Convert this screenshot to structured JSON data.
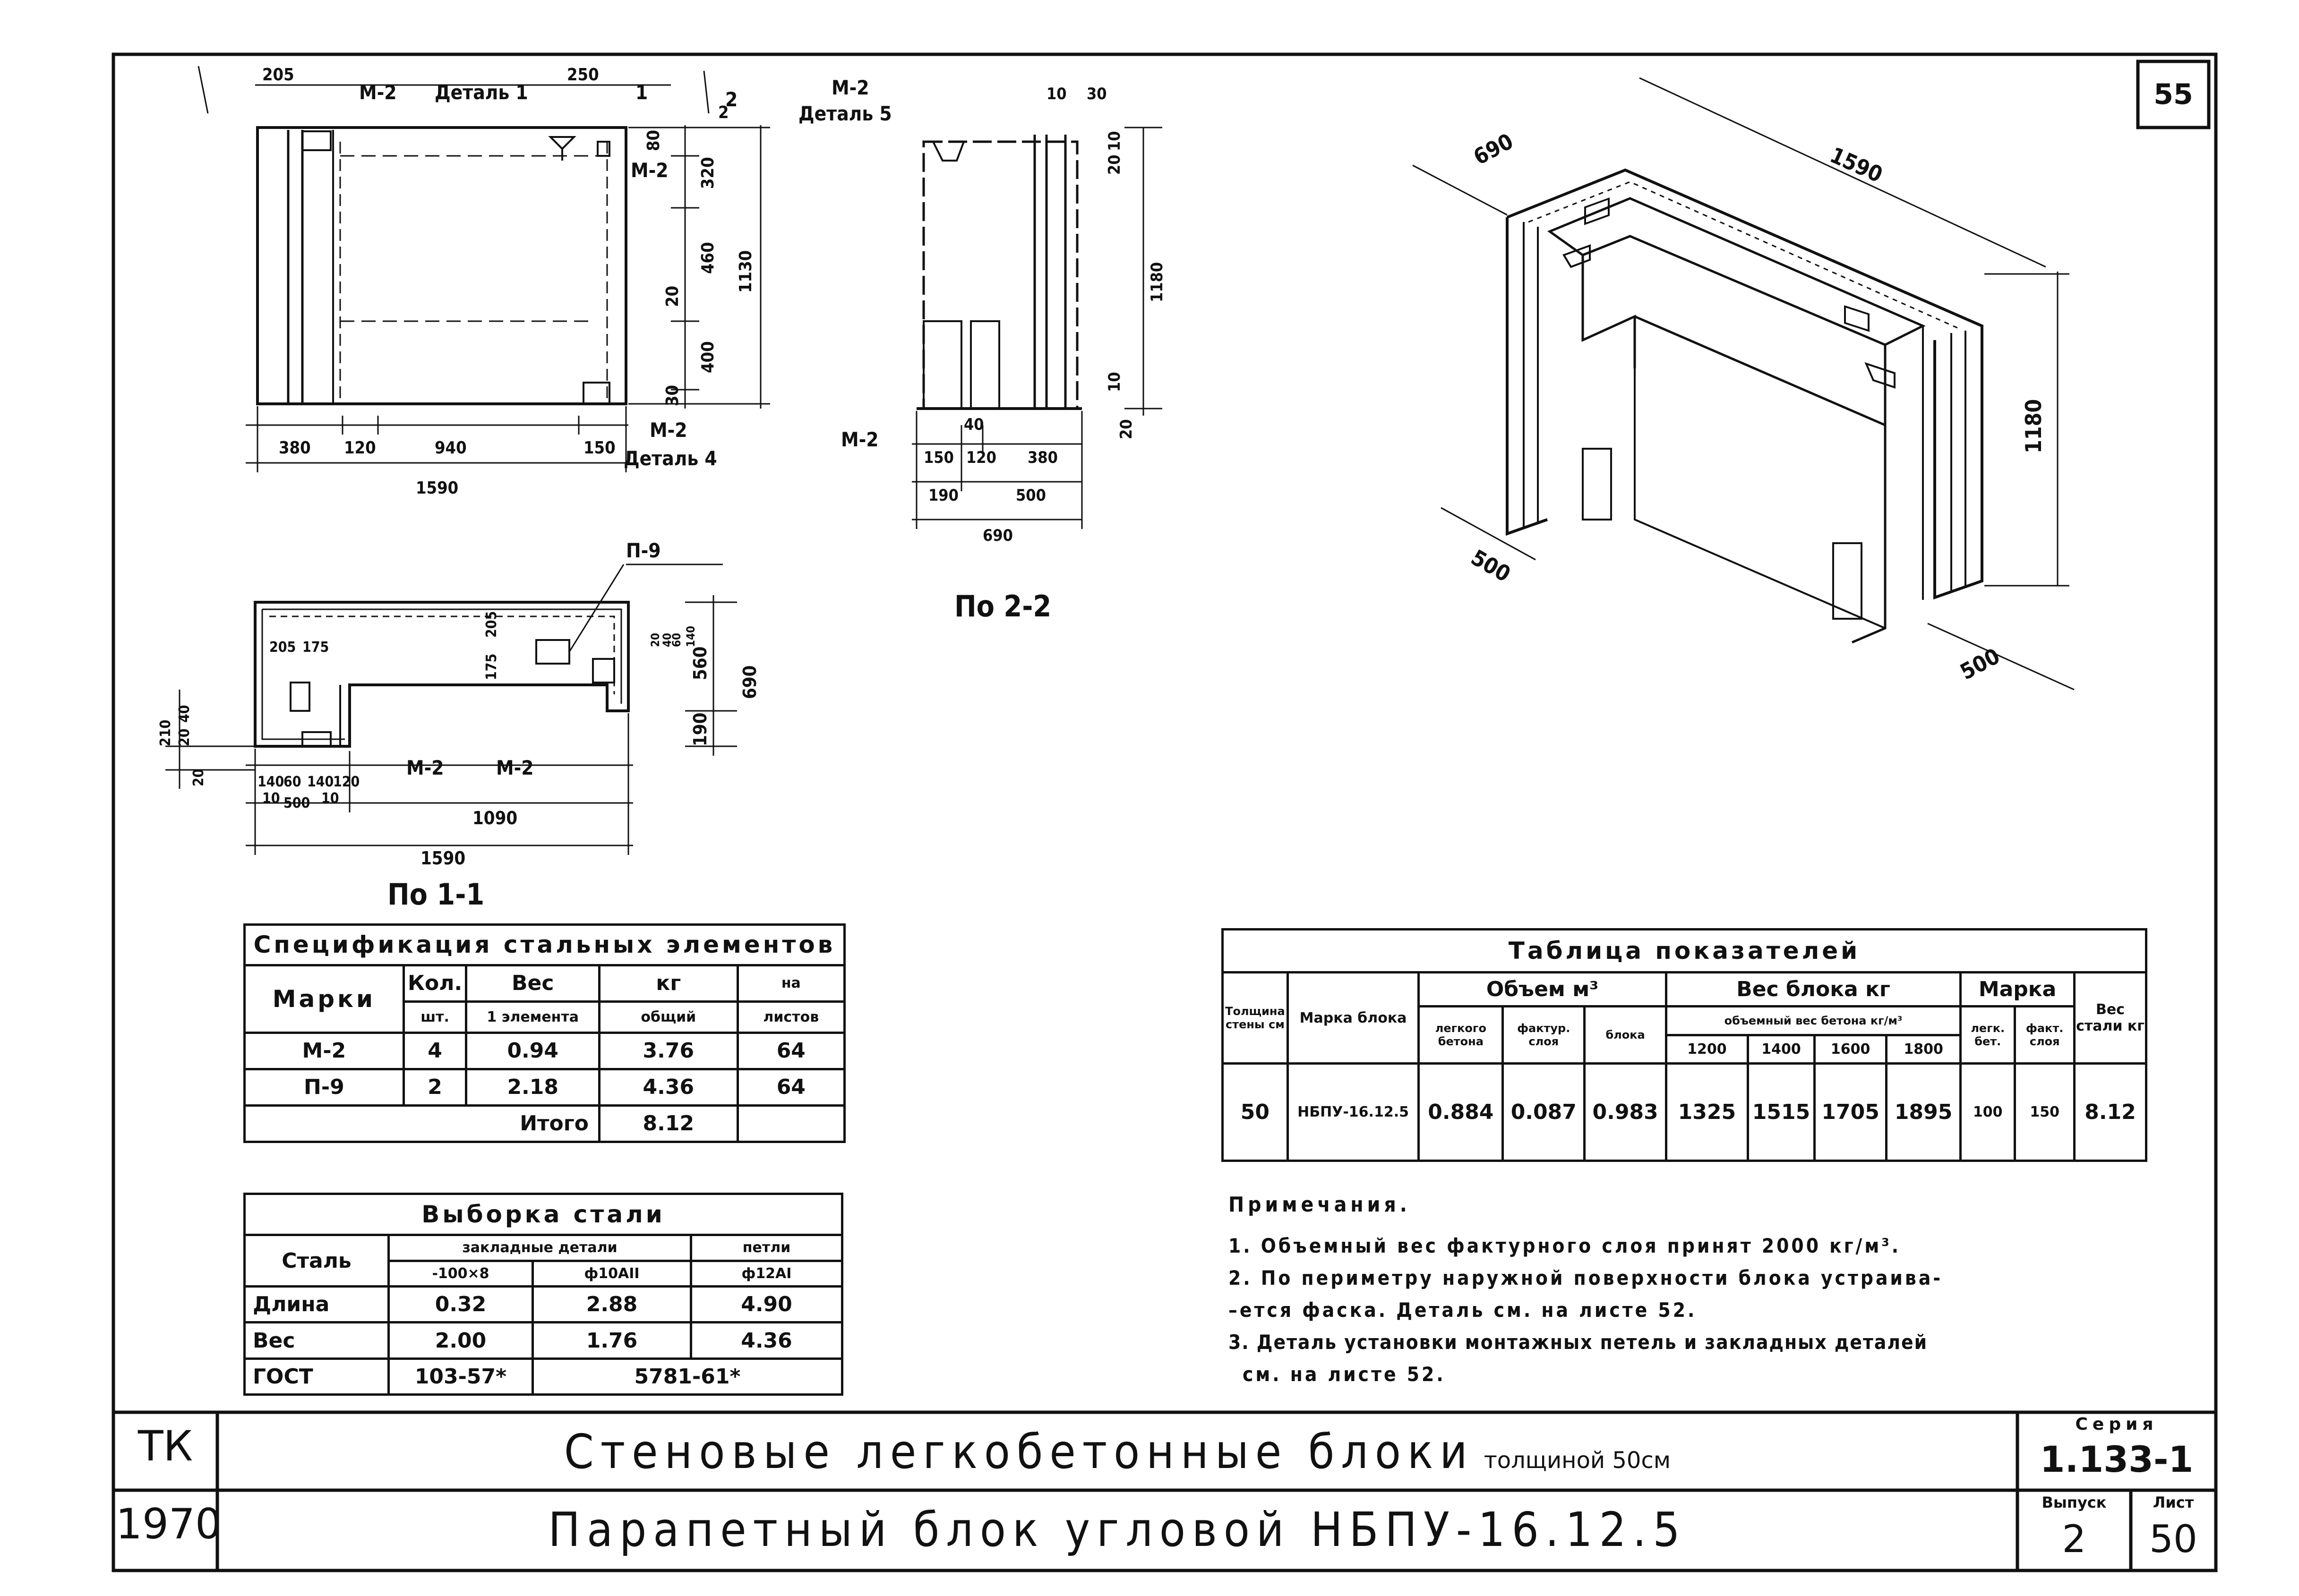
{
  "sheet": {
    "page_number": "55",
    "org": "ТК",
    "year": "1970",
    "title_main": "Стеновые легкобетонные блоки",
    "title_suffix": "толщиной 50см",
    "subtitle": "Парапетный блок угловой НБПУ-16.12.5",
    "series_label": "Серия",
    "series_value": "1.133-1",
    "issue_label": "Выпуск",
    "issue_value": "2",
    "sheet_label": "Лист",
    "sheet_value": "50"
  },
  "drawings": {
    "front_labels": {
      "m2_top": "М-2",
      "detail1": "Деталь 1",
      "m2_right": "М-2",
      "m2_bottom": "М-2",
      "detail4": "Деталь 4",
      "arrow_1": "1",
      "arrow_2": "2",
      "dims": [
        "205",
        "250",
        "2",
        "80",
        "320",
        "460",
        "400",
        "20",
        "30",
        "1130",
        "380",
        "120",
        "940",
        "150",
        "1590"
      ]
    },
    "section22": {
      "m2_top": "М-2",
      "detail5": "Деталь 5",
      "m2_left": "М-2",
      "caption": "По 2-2",
      "dims": [
        "10",
        "30",
        "10",
        "20",
        "1180",
        "10",
        "20",
        "40",
        "150",
        "120",
        "380",
        "190",
        "500",
        "690"
      ]
    },
    "section11": {
      "p9": "П-9",
      "m2_a": "М-2",
      "m2_b": "М-2",
      "caption": "По 1-1",
      "dims": [
        "205",
        "175",
        "175",
        "205",
        "210",
        "20",
        "40",
        "20",
        "140",
        "60",
        "140",
        "120",
        "10",
        "500",
        "10",
        "1090",
        "1590",
        "560",
        "690",
        "190",
        "20",
        "40",
        "60",
        "140"
      ]
    },
    "iso": {
      "dims": [
        "690",
        "1590",
        "1180",
        "500",
        "500"
      ]
    }
  },
  "spec_table": {
    "title": "Спецификация стальных элементов",
    "headers": {
      "mark": "Марки",
      "qty": "Кол.",
      "qty_unit": "шт.",
      "weight": "Вес",
      "weight_unit": "кг",
      "one": "1 элемента",
      "total": "общий",
      "sheets_top": "на",
      "sheets": "листов"
    },
    "rows": [
      {
        "mark": "М-2",
        "qty": "4",
        "one": "0.94",
        "total": "3.76",
        "sheet": "64"
      },
      {
        "mark": "П-9",
        "qty": "2",
        "one": "2.18",
        "total": "4.36",
        "sheet": "64"
      }
    ],
    "itogo_label": "Итого",
    "itogo_value": "8.12"
  },
  "steel_table": {
    "title": "Выборка стали",
    "steel": "Сталь",
    "embedded": "закладные детали",
    "loops": "петли",
    "col1": "-100×8",
    "col2": "ф10АII",
    "col3": "ф12АI",
    "rows": [
      {
        "label": "Длина",
        "v1": "0.32",
        "v2": "2.88",
        "v3": "4.90"
      },
      {
        "label": "Вес",
        "v1": "2.00",
        "v2": "1.76",
        "v3": "4.36"
      }
    ],
    "gost_label": "ГОСТ",
    "gost1": "103-57*",
    "gost2": "5781-61*"
  },
  "indicator_table": {
    "title": "Таблица показателей",
    "h_thick": "Толщина стены см",
    "h_mark": "Марка блока",
    "h_volume": "Объем м³",
    "h_light": "легкого бетона",
    "h_fact": "фактур. слоя",
    "h_block": "блока",
    "h_weight": "Вес блока кг",
    "h_density": "объемный вес бетона кг/м³",
    "densities": [
      "1200",
      "1400",
      "1600",
      "1800"
    ],
    "h_grade": "Марка",
    "h_lb": "легк. бет.",
    "h_fs": "факт. слоя",
    "h_steel": "Вес стали кг",
    "row": {
      "thick": "50",
      "mark": "НБПУ-16.12.5",
      "v_light": "0.884",
      "v_fact": "0.087",
      "v_block": "0.983",
      "w1": "1325",
      "w2": "1515",
      "w3": "1705",
      "w4": "1895",
      "g_lb": "100",
      "g_fs": "150",
      "steel": "8.12"
    }
  },
  "notes": {
    "title": "Примечания.",
    "items": [
      "1. Объемный вес фактурного слоя принят 2000 кг/м³.",
      "2. По периметру наружной поверхности блока устраива-",
      "–ется фаска. Деталь см. на листе 52.",
      "3. Деталь установки монтажных петель и закладных деталей",
      "см. на листе 52."
    ]
  }
}
